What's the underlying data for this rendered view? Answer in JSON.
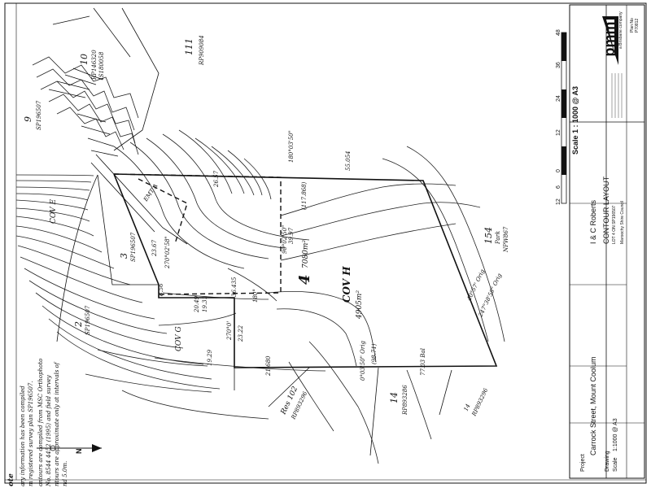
{
  "lots": {
    "lot9": {
      "number": "9",
      "plan": "SP196507"
    },
    "lot10": {
      "number": "10",
      "plan": "RP146320",
      "plan2": "IS180058"
    },
    "lot111": {
      "number": "111",
      "plan": "RP909084"
    },
    "lot3": {
      "number": "3",
      "plan": "SP196507"
    },
    "lot2": {
      "number": "2",
      "plan": "SP196507"
    },
    "lot4": {
      "number": "4",
      "area_total": "7080m²",
      "area_cov": "4905m²"
    },
    "lot154": {
      "number": "154",
      "type": "Park",
      "plan": "NPW867"
    },
    "lot14": {
      "number": "14",
      "plan": "RP893286"
    },
    "res102": {
      "number": "Res 102",
      "plan": "RP893296"
    },
    "lot_bottom": {
      "number": "14",
      "plan": "RP893296"
    }
  },
  "covenants": {
    "cov_left": "COV E",
    "cov_g": "COV G",
    "cov_h": "COV H",
    "esmt": "EMT A"
  },
  "bearings": {
    "top": "180°03'50\"",
    "top_dist": "55.054",
    "top_dist_bracket": "(117.868)",
    "mid_vert": "90°02'50\"",
    "mid_vert_dist": "39.97",
    "left_dist": "23.67",
    "left_bearing": "270°02'58\"",
    "dist_856": "8.56",
    "dist_36": "36.435",
    "b180": "180°",
    "dist_2049": "20.49",
    "dist_1931": "19.31",
    "b270": "270°0'",
    "dist_2322": "23.22",
    "bottom_left": "19.29",
    "bottom_dist": "21.680",
    "bottom_bearing": "0°03'50\" Orig",
    "bottom_bracket": "(98.71)",
    "bottom_bal": "77.03 Bal",
    "right_orig": "40°57' Orig",
    "right_bearing": "247°38'58\" Orig",
    "contour_val": "26.57"
  },
  "scale": {
    "label": "Scale 1 : 1000 @ A3",
    "ticks": [
      "12",
      "6",
      "0",
      "12",
      "24",
      "36",
      "48"
    ]
  },
  "title_block": {
    "company": "pmm",
    "company_sub": "a Brisbane company",
    "client": "I & C Roberts",
    "project_label": "Project",
    "project": "Carrock Street, Mount Coolum",
    "drawing_label": "Drawing",
    "drawing": "CONTOUR LAYOUT",
    "lot_desc": "LOT 4 ON SP196507",
    "scale_label": "Scale",
    "scale_value": "1:1000 @ A3",
    "council": "Maroochy Shire Council",
    "drawing_no_label": "Plan No",
    "drawing_no": "P70812"
  },
  "notes": {
    "heading": "ote",
    "lines": [
      "ary information has been compiled",
      "m registered survey plan SP196507.",
      "ontours are compiled from MSC Orthophoto",
      "No. 8544 4452 (1995) and field survey",
      "ntours are approximate only at intervals of",
      "nd 5.0m."
    ]
  },
  "north": {
    "label": "N"
  }
}
